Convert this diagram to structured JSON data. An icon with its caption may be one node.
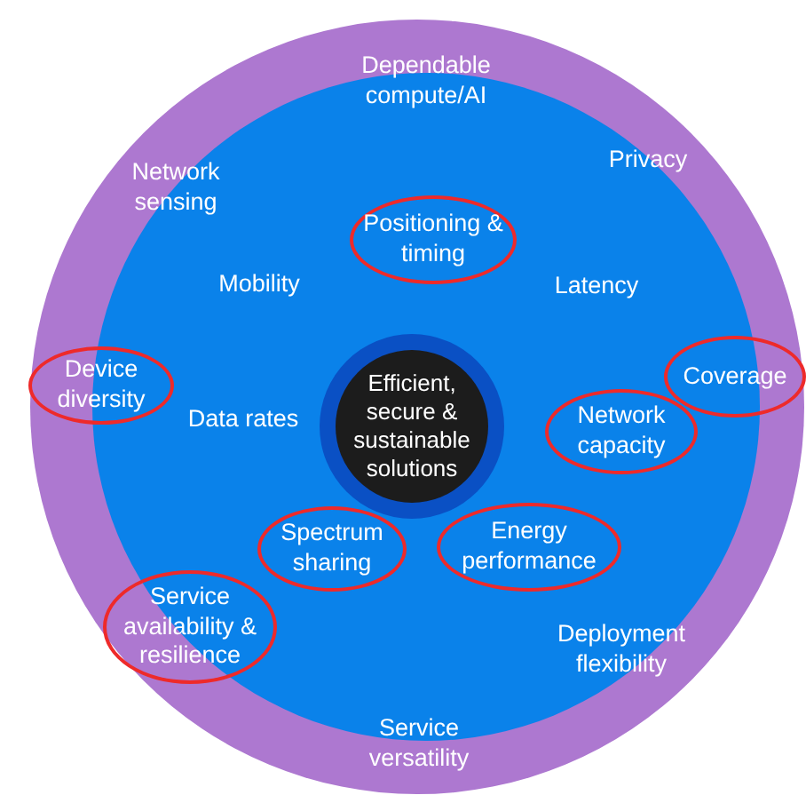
{
  "diagram": {
    "nodes": [
      {
        "text": [
          "Positioning & timing"
        ]
      },
      {
        "text": [
          "Device diversity"
        ]
      },
      {
        "text": [
          "Coverage"
        ]
      },
      {
        "text": [
          "Efficient, secure & sustainable solutions"
        ]
      },
      {
        "text": [
          "Network capacity"
        ]
      },
      {
        "text": [
          "Spectrum sharing"
        ]
      },
      {
        "text": [
          "Energy performance"
        ]
      },
      {
        "text": [
          "Service availability & resilience"
        ]
      }
    ],
    "labels": [
      "Dependable compute/AI",
      "Network sensing",
      "Privacy",
      "Mobility",
      "Latency",
      "Data rates",
      "Deployment flexibility",
      "Service versatility"
    ]
  }
}
